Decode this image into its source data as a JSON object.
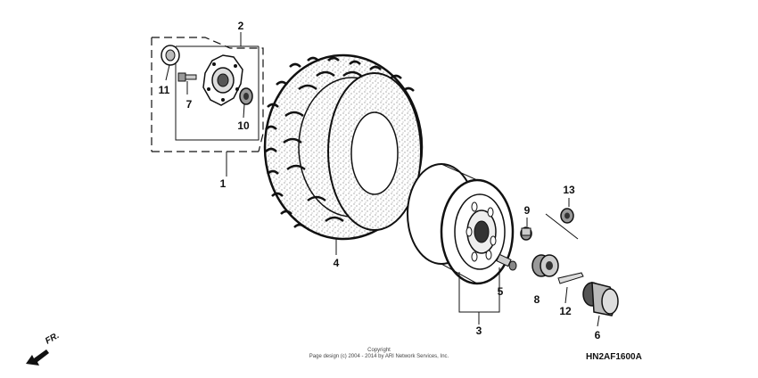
{
  "callouts": {
    "c1": "1",
    "c2": "2",
    "c3": "3",
    "c4": "4",
    "c5": "5",
    "c6": "6",
    "c7": "7",
    "c8": "8",
    "c9": "9",
    "c10": "10",
    "c11": "11",
    "c12": "12",
    "c13": "13"
  },
  "direction_label": "FR.",
  "copyright": {
    "line1": "Copyright",
    "line2": "Page design (c) 2004 - 2014 by ARI Network Services, Inc."
  },
  "diagram_code": "HN2AF1600A",
  "colors": {
    "ink": "#111111",
    "background": "#ffffff"
  }
}
